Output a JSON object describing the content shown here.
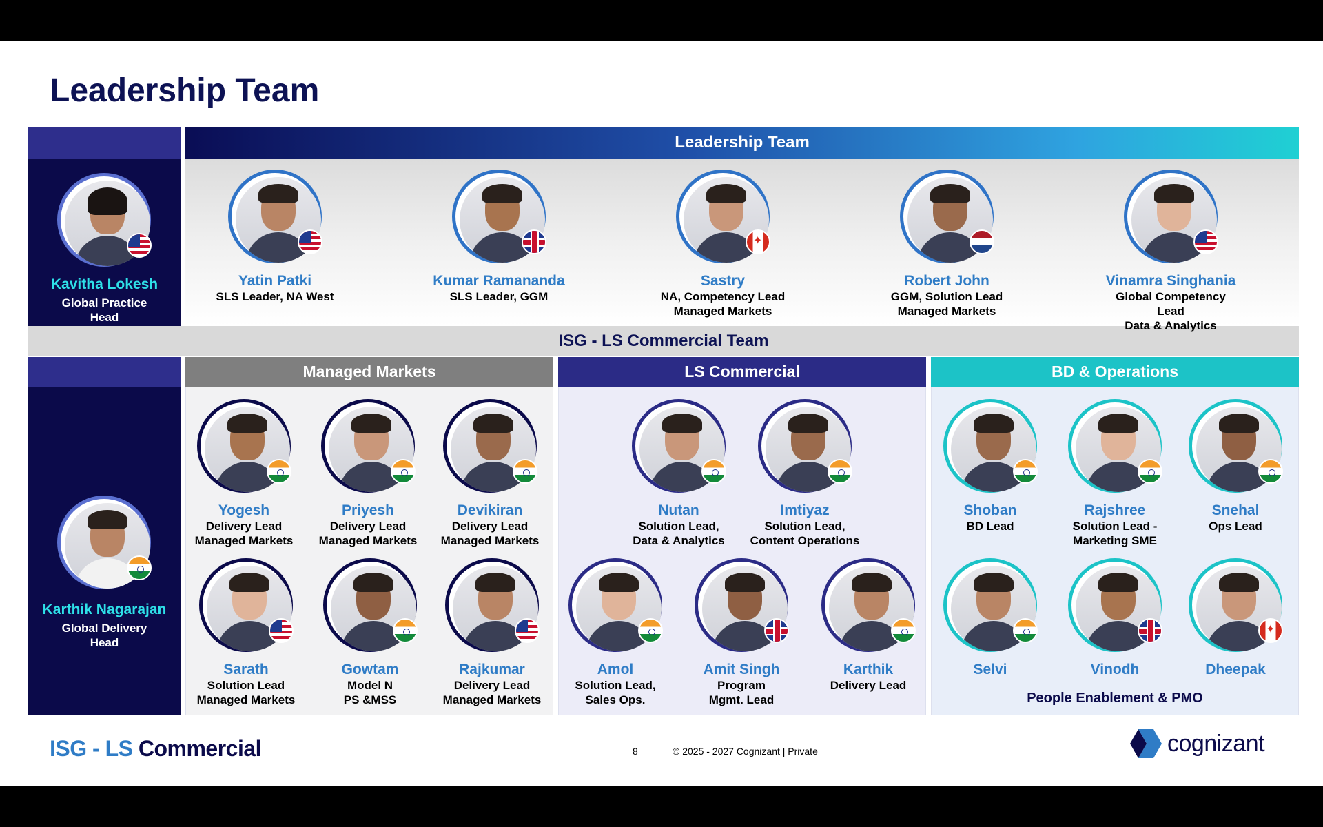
{
  "slide": {
    "title": "Leadership Team",
    "page_number": "8",
    "copyright": "© 2025 - 2027 Cognizant | Private",
    "footer_brand_part1": "ISG - LS",
    "footer_brand_part2": "Commercial",
    "logo_text": "cognizant"
  },
  "leadership": {
    "banner": "Leadership Team",
    "head": {
      "name": "Kavitha Lokesh",
      "role": "Global Practice\nHead",
      "flag": "us"
    },
    "members": [
      {
        "name": "Yatin Patki",
        "role": "SLS Leader, NA West",
        "flag": "us"
      },
      {
        "name": "Kumar Ramananda",
        "role": "SLS Leader, GGM",
        "flag": "uk"
      },
      {
        "name": "Sastry",
        "role": "NA, Competency Lead\nManaged Markets",
        "flag": "ca"
      },
      {
        "name": "Robert John",
        "role": "GGM, Solution Lead\nManaged Markets",
        "flag": "nl"
      },
      {
        "name": "Vinamra Singhania",
        "role": "Global Competency Lead\nData & Analytics",
        "flag": "us"
      }
    ]
  },
  "commercial": {
    "band_title": "ISG - LS Commercial Team",
    "head": {
      "name": "Karthik Nagarajan",
      "role": "Global Delivery\nHead",
      "flag": "in"
    },
    "managed_markets": {
      "title": "Managed Markets",
      "members": [
        {
          "name": "Yogesh",
          "role": "Delivery Lead\nManaged Markets",
          "flag": "in"
        },
        {
          "name": "Priyesh",
          "role": "Delivery Lead\nManaged Markets",
          "flag": "in"
        },
        {
          "name": "Devikiran",
          "role": "Delivery Lead\nManaged Markets",
          "flag": "in"
        },
        {
          "name": "Sarath",
          "role": "Solution Lead\nManaged Markets",
          "flag": "us"
        },
        {
          "name": "Gowtam",
          "role": "Model N\nPS &MSS",
          "flag": "in"
        },
        {
          "name": "Rajkumar",
          "role": "Delivery Lead\nManaged Markets",
          "flag": "us"
        }
      ]
    },
    "ls_commercial": {
      "title": "LS Commercial",
      "members": [
        {
          "name": "Nutan",
          "role": "Solution Lead,\nData & Analytics",
          "flag": "in"
        },
        {
          "name": "Imtiyaz",
          "role": "Solution Lead,\nContent Operations",
          "flag": "in"
        },
        {
          "name": "Amol",
          "role": "Solution Lead,\nSales Ops.",
          "flag": "in"
        },
        {
          "name": "Amit Singh",
          "role": "Program\nMgmt. Lead",
          "flag": "uk"
        },
        {
          "name": "Karthik",
          "role": "Delivery Lead",
          "flag": "in"
        }
      ]
    },
    "bd_operations": {
      "title": "BD & Operations",
      "footer_label": "People Enablement & PMO",
      "members": [
        {
          "name": "Shoban",
          "role": "BD Lead",
          "flag": "in"
        },
        {
          "name": "Rajshree",
          "role": "Solution Lead -\nMarketing SME",
          "flag": "in"
        },
        {
          "name": "Snehal",
          "role": "Ops Lead",
          "flag": "in"
        },
        {
          "name": "Selvi",
          "role": "",
          "flag": "in"
        },
        {
          "name": "Vinodh",
          "role": "",
          "flag": "uk"
        },
        {
          "name": "Dheepak",
          "role": "",
          "flag": "ca"
        }
      ]
    }
  },
  "colors": {
    "navy": "#0b0a4a",
    "accent_blue": "#2f7cc6",
    "teal": "#1cc3c7",
    "managed_markets_header": "#7f7f7f",
    "ls_commercial_header": "#2b2b86",
    "bd_operations_header": "#1cc3c7"
  }
}
